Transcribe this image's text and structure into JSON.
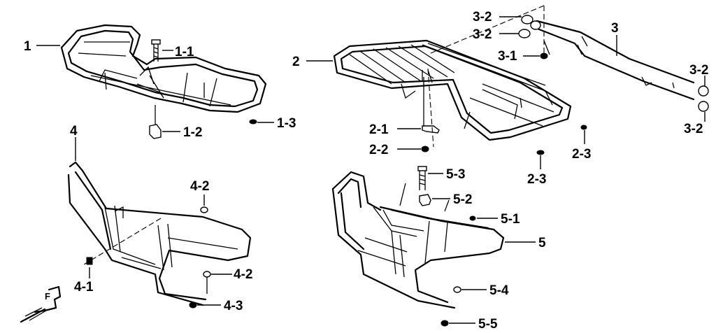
{
  "diagram": {
    "labels": {
      "p1": "1",
      "p1_1": "1-1",
      "p1_2": "1-2",
      "p1_3": "1-3",
      "p2": "2",
      "p2_1": "2-1",
      "p2_2": "2-2",
      "p2_3a": "2-3",
      "p2_3b": "2-3",
      "p3": "3",
      "p3_1": "3-1",
      "p3_2a": "3-2",
      "p3_2b": "3-2",
      "p3_2c": "3-2",
      "p3_2d": "3-2",
      "p4": "4",
      "p4_1": "4-1",
      "p4_2a": "4-2",
      "p4_2b": "4-2",
      "p4_3": "4-3",
      "p5": "5",
      "p5_1": "5-1",
      "p5_2": "5-2",
      "p5_3": "5-3",
      "p5_4": "5-4",
      "p5_5": "5-5",
      "front_marker": "F"
    }
  }
}
